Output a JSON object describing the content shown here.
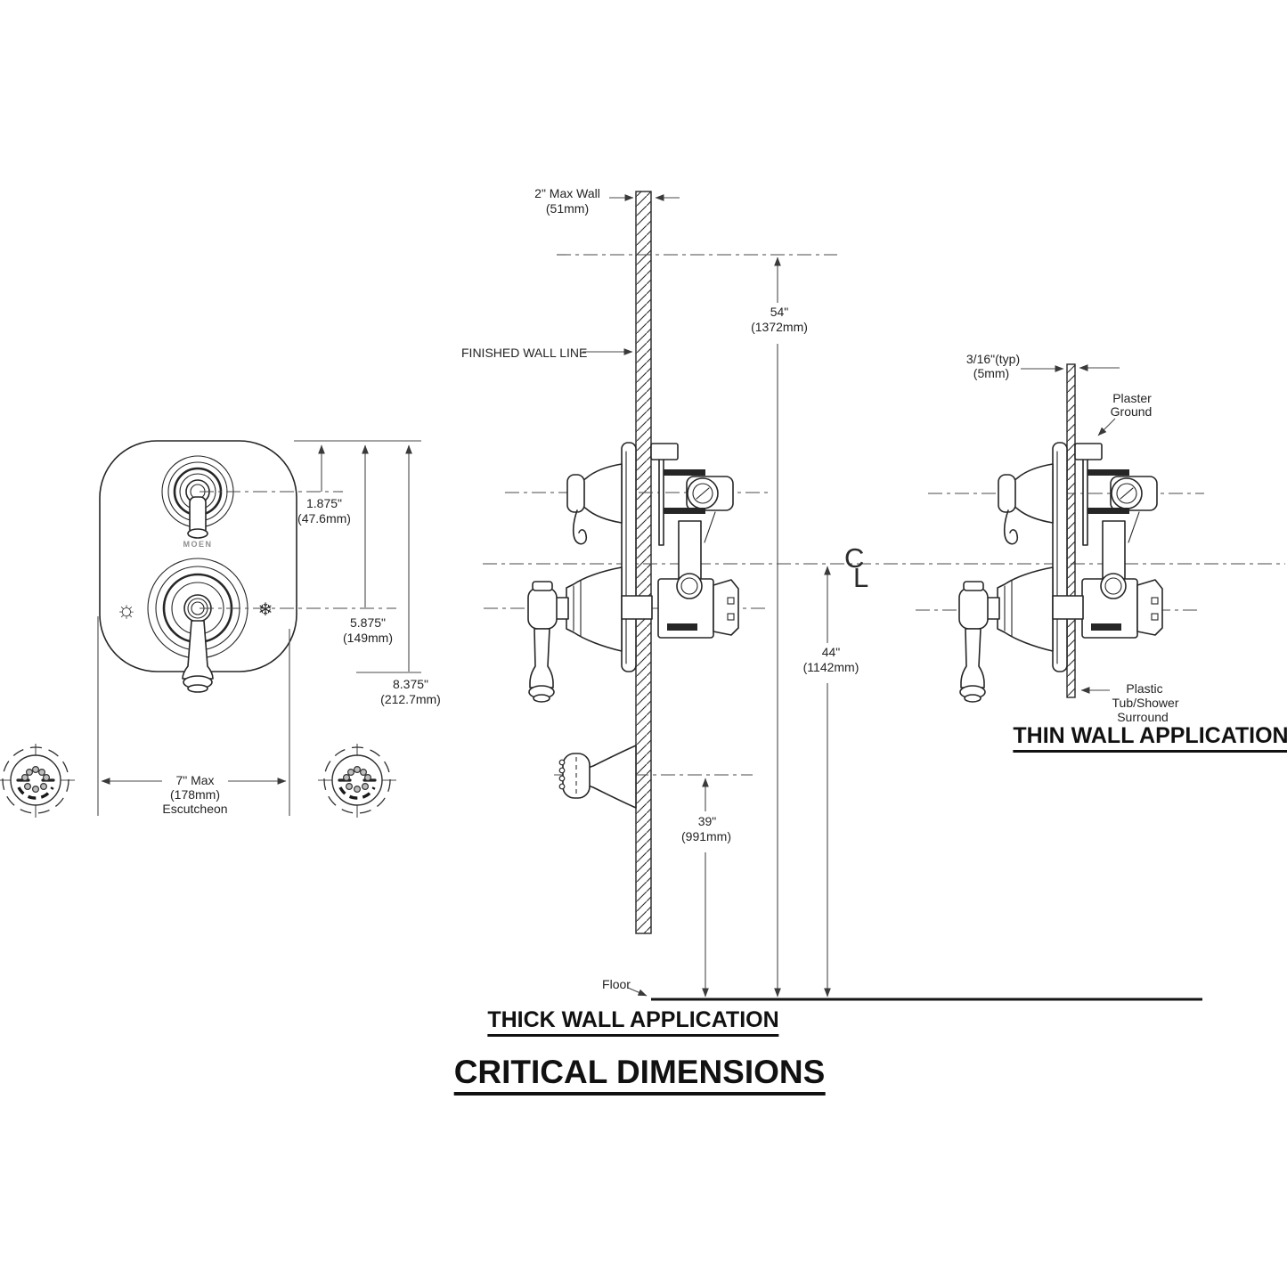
{
  "page": {
    "title": "CRITICAL DIMENSIONS"
  },
  "front_view": {
    "brand": "MOEN",
    "hot_icon": "☼",
    "cold_icon": "❄",
    "dim_handle_offset_in": "1.875\"",
    "dim_handle_offset_mm": "(47.6mm)",
    "dim_valve_offset_in": "5.875\"",
    "dim_valve_offset_mm": "(149mm)",
    "dim_height_in": "8.375\"",
    "dim_height_mm": "(212.7mm)",
    "dim_width_in": "7\" Max",
    "dim_width_mm": "(178mm)",
    "dim_width_note": "Escutcheon"
  },
  "thick_wall": {
    "title": "THICK WALL APPLICATION",
    "wall_thickness_in": "2\" Max Wall",
    "wall_thickness_mm": "(51mm)",
    "finished_wall_label": "FINISHED WALL LINE",
    "floor_label": "Floor",
    "dim_showerhead_in": "54\"",
    "dim_showerhead_mm": "(1372mm)",
    "dim_valve_in": "44\"",
    "dim_valve_mm": "(1142mm)",
    "dim_spout_in": "39\"",
    "dim_spout_mm": "(991mm)",
    "centerline_top": "C",
    "centerline_bottom": "L"
  },
  "thin_wall": {
    "title": "THIN WALL APPLICATION",
    "wall_thickness_in": "3/16\"(typ)",
    "wall_thickness_mm": "(5mm)",
    "plaster_label_1": "Plaster",
    "plaster_label_2": "Ground",
    "surround_label_1": "Plastic",
    "surround_label_2": "Tub/Shower",
    "surround_label_3": "Surround"
  }
}
